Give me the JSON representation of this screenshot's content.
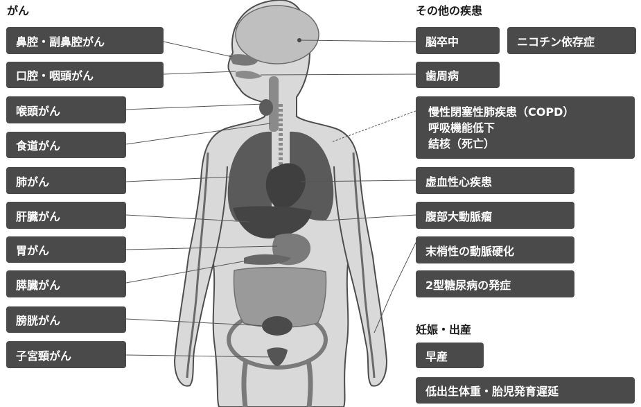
{
  "sections": {
    "cancer": "がん",
    "other": "その他の疾患",
    "pregnancy": "妊娠・出産"
  },
  "cancer_items": [
    "鼻腔・副鼻腔がん",
    "口腔・咽頭がん",
    "喉頭がん",
    "食道がん",
    "肺がん",
    "肝臓がん",
    "胃がん",
    "膵臓がん",
    "膀胱がん",
    "子宮頸がん"
  ],
  "other_items": {
    "stroke": "脳卒中",
    "nicotine": "ニコチン依存症",
    "periodontal": "歯周病",
    "copd": [
      "慢性閉塞性肺疾患（COPD）",
      "呼吸機能低下",
      "結核（死亡）"
    ],
    "ischemic_heart": "虚血性心疾患",
    "aortic_aneurysm": "腹部大動脈瘤",
    "arteriosclerosis": "末梢性の動脈硬化",
    "diabetes": "2型糖尿病の発症"
  },
  "pregnancy_items": {
    "preterm": "早産",
    "low_birth_weight": "低出生体重・胎児発育遅延"
  },
  "colors": {
    "label_bg": "#4a4a4a",
    "label_text": "#ffffff",
    "body_fill": "#d9d9d9",
    "outline": "#4d4d4d",
    "organ_dark": "#5a5a5a"
  }
}
